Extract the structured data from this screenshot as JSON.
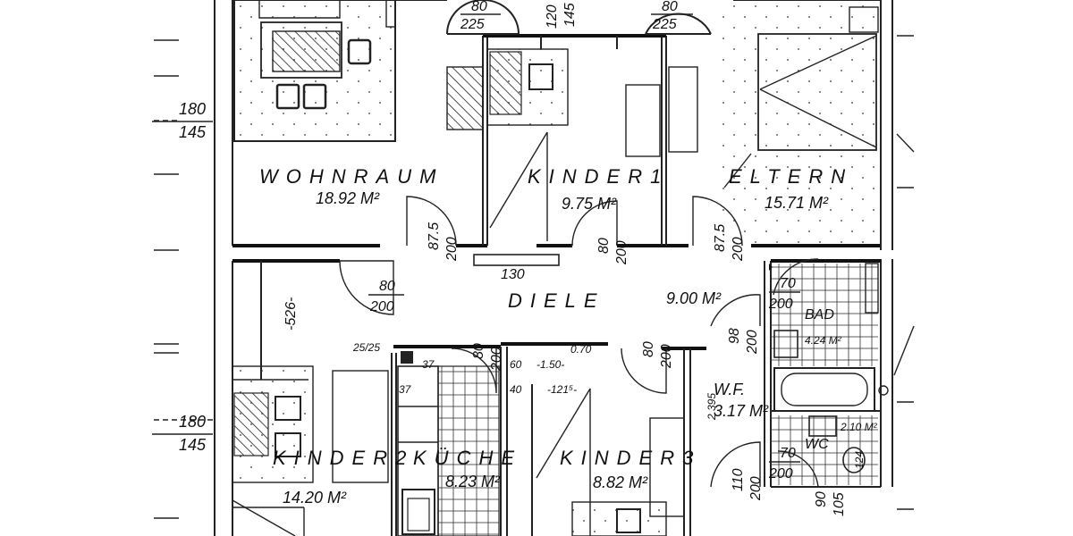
{
  "rooms": {
    "wohnraum": {
      "name": "WOHNRAUM",
      "area": "18.92 M²"
    },
    "kinder1": {
      "name": "KINDER1",
      "area": "9.75 M²"
    },
    "eltern": {
      "name": "ELTERN",
      "area": "15.71 M²"
    },
    "diele": {
      "name": "DIELE",
      "area": "9.00 M²"
    },
    "bad": {
      "name": "BAD",
      "area": "4.24 M²"
    },
    "wf": {
      "name": "W.F.",
      "area": "3.17 M²"
    },
    "wc": {
      "name": "WC",
      "area": "2.10 M²"
    },
    "kinder2": {
      "name": "KINDER2",
      "area": "14.20 M²"
    },
    "kueche": {
      "name": "KÜCHE",
      "area": "8.23 M²"
    },
    "kinder3": {
      "name": "KINDER3",
      "area": "8.82 M²"
    }
  },
  "dimensions": {
    "window_top_left": {
      "top": "80",
      "bottom": "225"
    },
    "window_top_mid": {
      "top": "120",
      "bottom": "145"
    },
    "window_top_right": {
      "top": "80",
      "bottom": "225"
    },
    "left_upper": {
      "top": "180",
      "bottom": "145"
    },
    "left_lower": {
      "top": "180",
      "bottom": "145"
    },
    "door_wohnraum": {
      "a": "87.5",
      "b": "200"
    },
    "door_kinder1": {
      "a": "80",
      "b": "200"
    },
    "door_eltern": {
      "a": "87.5",
      "b": "200"
    },
    "door_entry": {
      "a": "80",
      "b": "200"
    },
    "diele_width": "130",
    "wall_526": "-526-",
    "corner_2525": "25/25",
    "door_kueche": {
      "a": "80",
      "b": "200"
    },
    "door_kinder3": {
      "a": "80",
      "b": "200"
    },
    "door_wf": {
      "a": "98",
      "b": "200"
    },
    "door_bad": {
      "a": "70",
      "b": "200"
    },
    "door_wc": {
      "a": "70",
      "b": "200"
    },
    "door_bottom": {
      "a": "110",
      "b": "200"
    },
    "bottom_right": {
      "a": "90",
      "b": "105"
    },
    "niche_37a": "37",
    "niche_37b": "37",
    "niche_60": "60",
    "niche_150": "-1.50-",
    "niche_070": "0.70",
    "niche_40": "40",
    "kinder3_1215": "-121⁵-",
    "wf_width": "2.395",
    "wc_124": "124"
  }
}
